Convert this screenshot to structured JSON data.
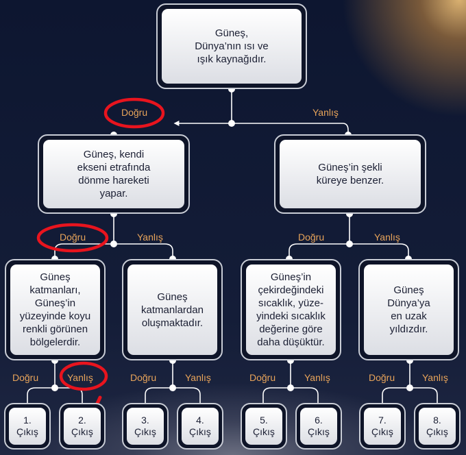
{
  "nodes": {
    "root": "Güneş,\nDünya’nın ısı ve\nışık kaynağıdır.",
    "n_left": "Güneş, kendi\nekseni etrafında\ndönme hareketi\nyapar.",
    "n_right": "Güneş’in şekli\nküreye benzer.",
    "n_ll": "Güneş\nkatmanları,\nGüneş’in\nyüzeyinde koyu\nrenkli görünen\nbölgelerdir.",
    "n_lr": "Güneş\nkatmanlardan\noluşmaktadır.",
    "n_rl": "Güneş’in\nçekirdeğindeki\nsıcaklık, yüze-\nyindeki sıcaklık\ndeğerine göre\ndaha düşüktür.",
    "n_rr": "Güneş\nDünya’ya\nen uzak\nyıldızdır."
  },
  "branch_labels": {
    "true": "Doğru",
    "false": "Yanlış"
  },
  "outputs": [
    "1.\nÇıkış",
    "2.\nÇıkış",
    "3.\nÇıkış",
    "4.\nÇıkış",
    "5.\nÇıkış",
    "6.\nÇıkış",
    "7.\nÇıkış",
    "8.\nÇıkış"
  ],
  "colors": {
    "label": "#e8a45a",
    "line": "#ffffff",
    "mark": "#e8141e",
    "box_border": "#c9cdd6"
  },
  "marks": [
    "red-circle on Doğru (level 1)",
    "red-circle on Doğru (level 2)",
    "red-circle on Yanlış (output 2)",
    "red-check on output 2"
  ]
}
